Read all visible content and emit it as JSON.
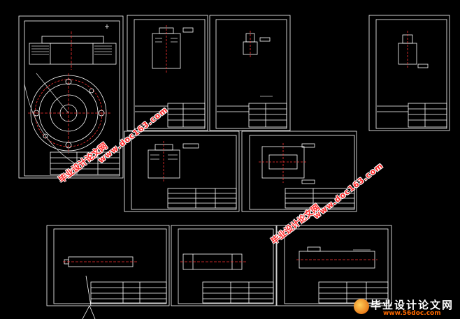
{
  "watermarks": {
    "cn_text": "毕业设计论文网",
    "url_text": "www.doc163.com"
  },
  "logo": {
    "title": "毕业设计论文网",
    "site": "www.56doc.com"
  },
  "colors": {
    "background": "#000000",
    "frame": "#ffffff",
    "watermark": "#ff2a2a",
    "logo_accent": "#ff6a00"
  }
}
